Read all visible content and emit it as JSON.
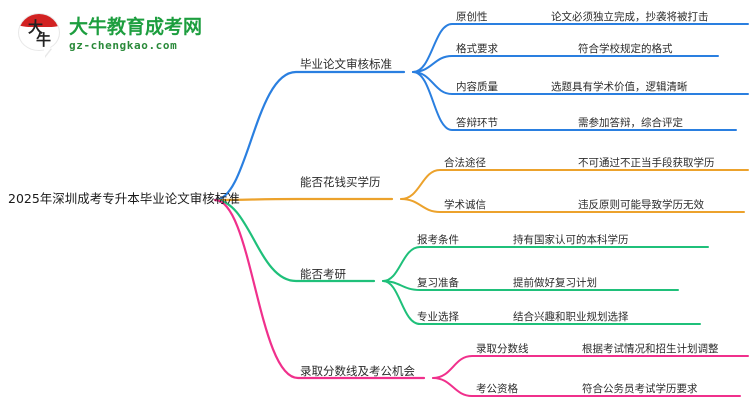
{
  "logo": {
    "mark_chars": [
      "大",
      "牛"
    ],
    "title": "大牛教育成考网",
    "domain": "gz-chengkao.com",
    "brand_green": "#1d9e3f",
    "brand_red": "#d22222"
  },
  "mindmap": {
    "type": "mindmap",
    "root": {
      "label": "2025年深圳成考专升本毕业论文审核标准"
    },
    "branches": [
      {
        "label": "毕业论文审核标准",
        "color": "#2a7fe0",
        "children": [
          {
            "label": "原创性",
            "desc": "论文必须独立完成，抄袭将被打击"
          },
          {
            "label": "格式要求",
            "desc": "符合学校规定的格式"
          },
          {
            "label": "内容质量",
            "desc": "选题具有学术价值，逻辑清晰"
          },
          {
            "label": "答辩环节",
            "desc": "需参加答辩，综合评定"
          }
        ]
      },
      {
        "label": "能否花钱买学历",
        "color": "#eca22c",
        "children": [
          {
            "label": "合法途径",
            "desc": "不可通过不正当手段获取学历"
          },
          {
            "label": "学术诚信",
            "desc": "违反原则可能导致学历无效"
          }
        ]
      },
      {
        "label": "能否考研",
        "color": "#1fc07a",
        "children": [
          {
            "label": "报考条件",
            "desc": "持有国家认可的本科学历"
          },
          {
            "label": "复习准备",
            "desc": "提前做好复习计划"
          },
          {
            "label": "专业选择",
            "desc": "结合兴趣和职业规划选择"
          }
        ]
      },
      {
        "label": "录取分数线及考公机会",
        "color": "#f0308c",
        "children": [
          {
            "label": "录取分数线",
            "desc": "根据考试情况和招生计划调整"
          },
          {
            "label": "考公资格",
            "desc": "符合公务员考试学历要求"
          }
        ]
      }
    ]
  }
}
